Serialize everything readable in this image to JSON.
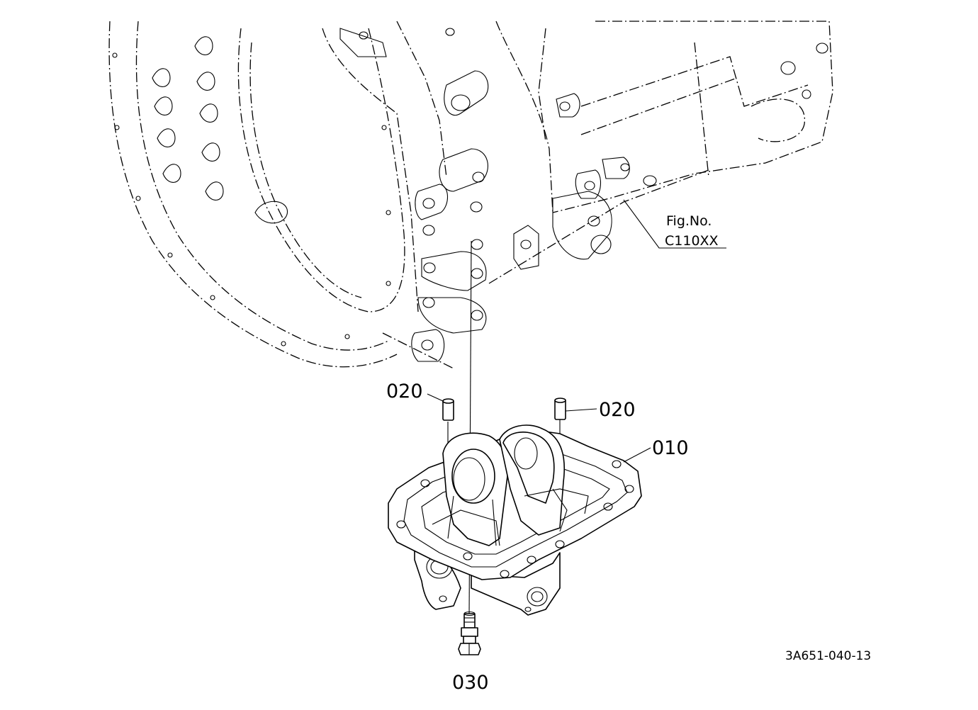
{
  "callouts": {
    "part_010": "010",
    "part_020_left": "020",
    "part_020_right": "020",
    "part_030": "030"
  },
  "figure_reference": {
    "line1": "Fig.No.",
    "line2": "C110XX"
  },
  "drawing_id": "3A651-040-13"
}
